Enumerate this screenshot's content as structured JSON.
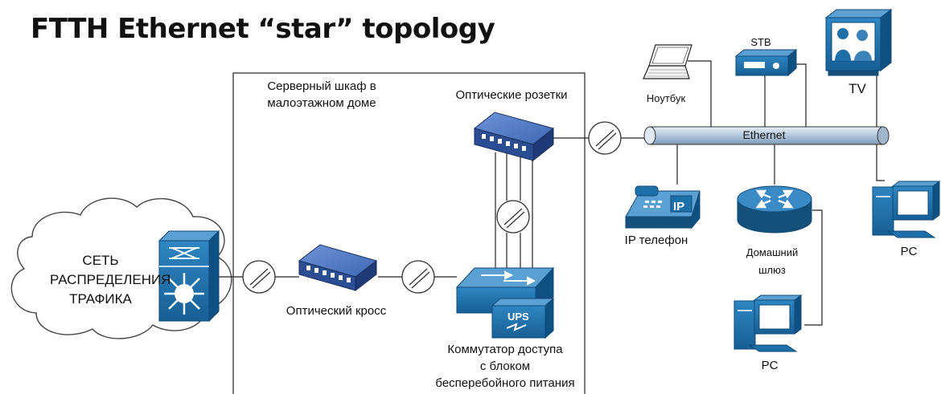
{
  "title": "FTTH Ethernet “star” topology",
  "cloud": {
    "line1": "СЕТЬ",
    "line2": "РАСПРЕДЕЛЕНИЯ",
    "line3": "ТРАФИКА"
  },
  "server_cabinet": {
    "line1": "Серверный шкаф в",
    "line2": "малоэтажном доме"
  },
  "optical_sockets": "Оптические розетки",
  "optical_cross": "Оптический кросс",
  "access_switch": {
    "line1": "Коммутатор доступа",
    "line2": "с блоком",
    "line3": "бесперебойного питания"
  },
  "ups_label": "UPS",
  "ethernet": "Ethernet",
  "laptop": "Ноутбук",
  "stb": "STB",
  "tv": "TV",
  "ip_phone": "IP телефон",
  "ip_phone_badge": "IP",
  "home_gateway": {
    "line1": "Домашний",
    "line2": "шлюз"
  },
  "pc_right": "PC",
  "pc_bottom": "PC",
  "colors": {
    "cisco_blue": "#1d6fa8",
    "cisco_dark": "#14507a",
    "ethernet_tube": "#b9cfe3",
    "optical_blue": "#4a78c8"
  }
}
